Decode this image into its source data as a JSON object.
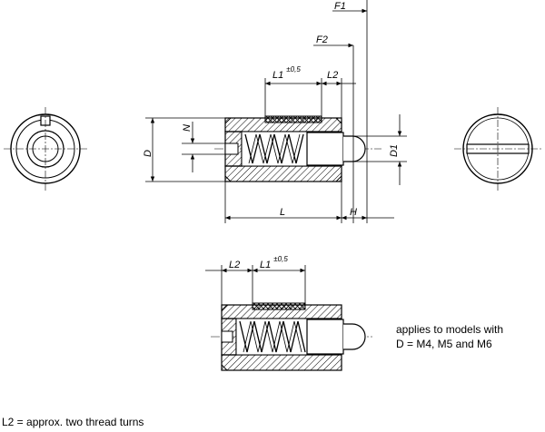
{
  "labels": {
    "F1": "F1",
    "F2": "F2",
    "L1": "L1",
    "L1_tol": "±0,5",
    "L2": "L2",
    "N": "N",
    "D": "D",
    "D1": "D1",
    "L": "L",
    "H": "H"
  },
  "notes": {
    "models_line1": "applies to models with",
    "models_line2": "D = M4, M5 and M6",
    "l2_definition": "L2 = approx. two thread turns"
  },
  "colors": {
    "line": "#000000",
    "background": "#ffffff"
  }
}
